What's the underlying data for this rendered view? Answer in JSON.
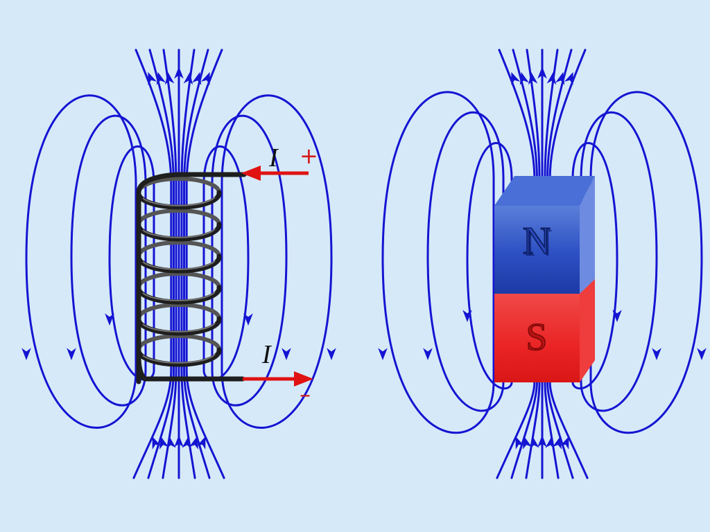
{
  "solenoid": {
    "current_in_label": "I",
    "current_in_sign": "+",
    "current_out_label": "I",
    "current_out_sign": "–",
    "field_direction": "up-through-core"
  },
  "bar_magnet": {
    "north_label": "N",
    "south_label": "S",
    "field_direction": "out-of-north"
  },
  "colors": {
    "background": "#d6e9f8",
    "field_lines": "#1414d2",
    "current_arrows": "#e01212",
    "coil": "#1e1e1e",
    "north_face": "#2c55c9",
    "south_face": "#e8222a"
  }
}
